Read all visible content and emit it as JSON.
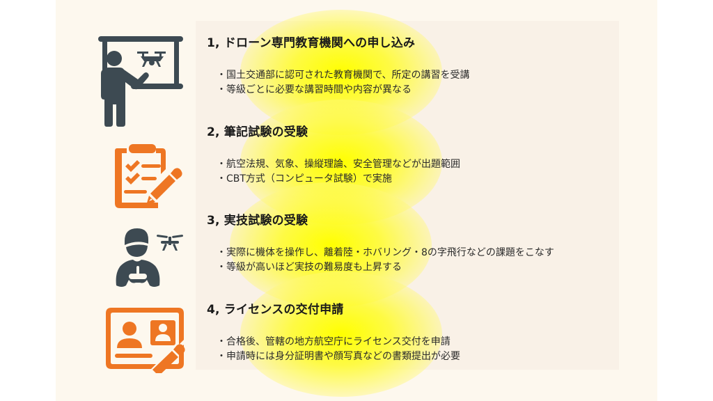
{
  "colors": {
    "page_background": "#ffffff",
    "outer_panel": "#fdf8ee",
    "inner_panel": "#f9f1e7",
    "highlight_glow": "#ffff00",
    "icon_dark": "#3d4a52",
    "icon_orange": "#ee7623",
    "title_text": "#1a1a1a",
    "body_text": "#2a2a2a"
  },
  "steps": [
    {
      "number": "1",
      "title": "1, ドローン専門教育機関への申し込み",
      "icon": "instructor-drone-whiteboard-icon",
      "icon_color": "#3d4a52",
      "bullets": [
        "国土交通部に認可された教育機関で、所定の講習を受講",
        "等級ごとに必要な講習時間や内容が異なる"
      ]
    },
    {
      "number": "2",
      "title": "2, 筆記試験の受験",
      "icon": "clipboard-checklist-pencil-icon",
      "icon_color": "#ee7623",
      "bullets": [
        "航空法規、気象、操縦理論、安全管理などが出題範囲",
        "CBT方式（コンピュータ試験）で実施"
      ]
    },
    {
      "number": "3",
      "title": "3, 実技試験の受験",
      "icon": "drone-pilot-controller-icon",
      "icon_color": "#3d4a52",
      "bullets": [
        "実際に機体を操作し、離着陸・ホバリング・8の字飛行などの課題をこなす",
        "等級が高いほど実技の難易度も上昇する"
      ]
    },
    {
      "number": "4",
      "title": "4, ライセンスの交付申請",
      "icon": "id-card-pencil-icon",
      "icon_color": "#ee7623",
      "bullets": [
        "合格後、管轄の地方航空庁にライセンス交付を申請",
        "申請時には身分証明書や顔写真などの書類提出が必要"
      ]
    }
  ]
}
